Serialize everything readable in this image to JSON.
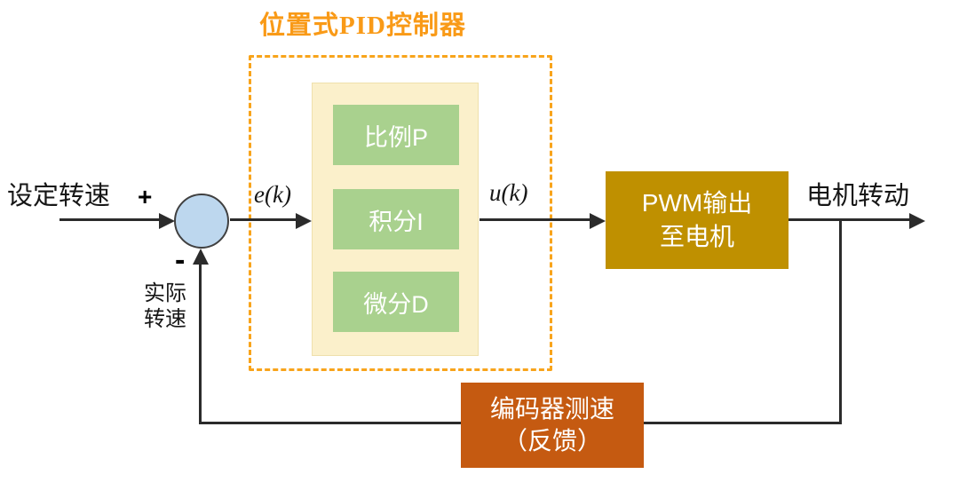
{
  "diagram": {
    "title": "位置式PID控制器",
    "labels": {
      "input": "设定转速",
      "plus": "+",
      "minus": "-",
      "error_signal": "e(k)",
      "control_signal": "u(k)",
      "output": "电机转动",
      "actual_speed_line1": "实际",
      "actual_speed_line2": "转速"
    },
    "pid": {
      "blocks": [
        {
          "label": "比例P"
        },
        {
          "label": "积分I"
        },
        {
          "label": "微分D"
        }
      ]
    },
    "pwm_box": {
      "line1": "PWM输出",
      "line2": "至电机"
    },
    "feedback_box": {
      "line1": "编码器测速",
      "line2": "（反馈）"
    },
    "colors": {
      "accent_orange": "#F8A41B",
      "pid_panel_cream": "#FBF0CB",
      "pid_block_green": "#A9D18E",
      "pwm_gold": "#BF9000",
      "feedback_orange": "#C55A11",
      "summing_junction_blue": "#BDD7EE",
      "line_black": "#2B2B2B"
    }
  }
}
